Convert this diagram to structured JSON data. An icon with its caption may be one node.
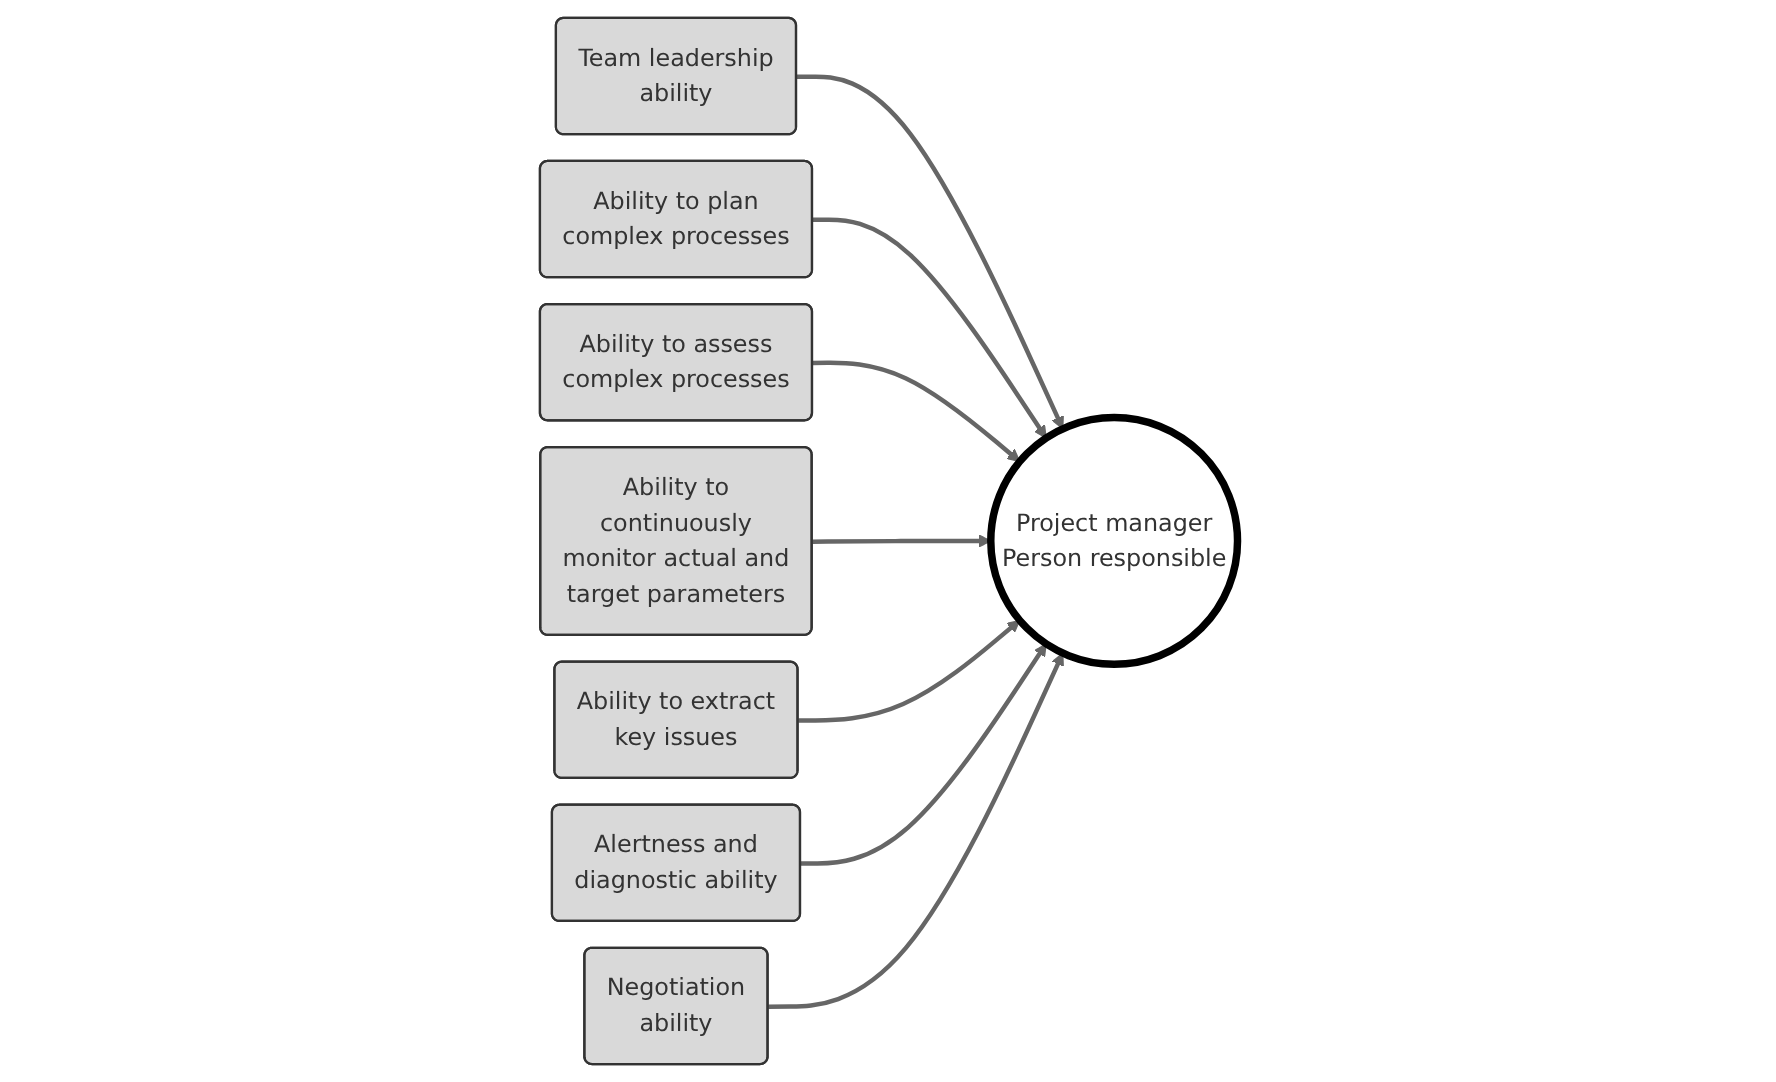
{
  "diagram": {
    "nodes": [
      {
        "text": [
          "Team leadership ability"
        ]
      },
      {
        "text": [
          "Ability to plan complex processes"
        ]
      },
      {
        "text": [
          "Ability to assess complex processes"
        ]
      },
      {
        "text": [
          "Ability to continuously monitor actual and target parameters"
        ]
      },
      {
        "text": [
          "Project manager Person responsible"
        ]
      },
      {
        "text": [
          "Ability to extract key issues"
        ]
      },
      {
        "text": [
          "Alertness and diagnostic ability"
        ]
      },
      {
        "text": [
          "Negotiation ability"
        ]
      }
    ],
    "edges": [
      {
        "from": 0,
        "to": 4,
        "arrow": "to"
      },
      {
        "from": 1,
        "to": 4,
        "arrow": "to"
      },
      {
        "from": 2,
        "to": 4,
        "arrow": "to"
      },
      {
        "from": 3,
        "to": 4,
        "arrow": "to"
      },
      {
        "from": 5,
        "to": 4,
        "arrow": "to"
      },
      {
        "from": 6,
        "to": 4,
        "arrow": "to"
      },
      {
        "from": 7,
        "to": 4,
        "arrow": "to"
      }
    ]
  }
}
